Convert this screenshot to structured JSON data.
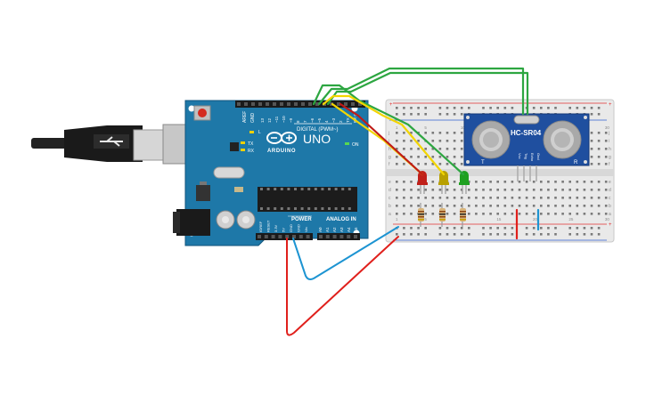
{
  "arduino": {
    "brand": "ARDUINO",
    "model": "UNO",
    "on_label": "ON",
    "l_label": "L",
    "tx_label": "TX",
    "rx_label": "RX",
    "aref_label": "AREF",
    "gnd_label": "GND",
    "digital_label": "DIGITAL (PWM~)",
    "power_label": "POWER",
    "analog_label": "ANALOG IN",
    "power_pins": [
      "IOREF",
      "RESET",
      "3.3V",
      "5V",
      "GND",
      "GND",
      "Vin"
    ],
    "analog_pins": [
      "A0",
      "A1",
      "A2",
      "A3",
      "A4",
      "A5"
    ],
    "digital_pins": [
      "13",
      "12",
      "~11",
      "~10",
      "~9",
      "8",
      "7",
      "~6",
      "~5",
      "4",
      "~3",
      "2",
      "TX 1",
      "RX 0"
    ]
  },
  "sensor": {
    "name": "HC-SR04",
    "pins": [
      "Vcc",
      "Trig",
      "Echo",
      "Gnd"
    ]
  },
  "breadboard": {
    "row_letters_top": [
      "j",
      "i",
      "h",
      "g",
      "f"
    ],
    "row_letters_bottom": [
      "e",
      "d",
      "c",
      "b",
      "a"
    ],
    "column_numbers": [
      "1",
      "5",
      "10",
      "15",
      "20",
      "25",
      "30"
    ]
  },
  "leds": [
    {
      "color": "#c0201a",
      "name": "red"
    },
    {
      "color": "#b8a000",
      "name": "yellow"
    },
    {
      "color": "#1fa020",
      "name": "green"
    }
  ],
  "wire_colors": {
    "green": "#2da641",
    "yellow": "#f2d500",
    "red": "#e0201c",
    "blue": "#1d94d2"
  }
}
